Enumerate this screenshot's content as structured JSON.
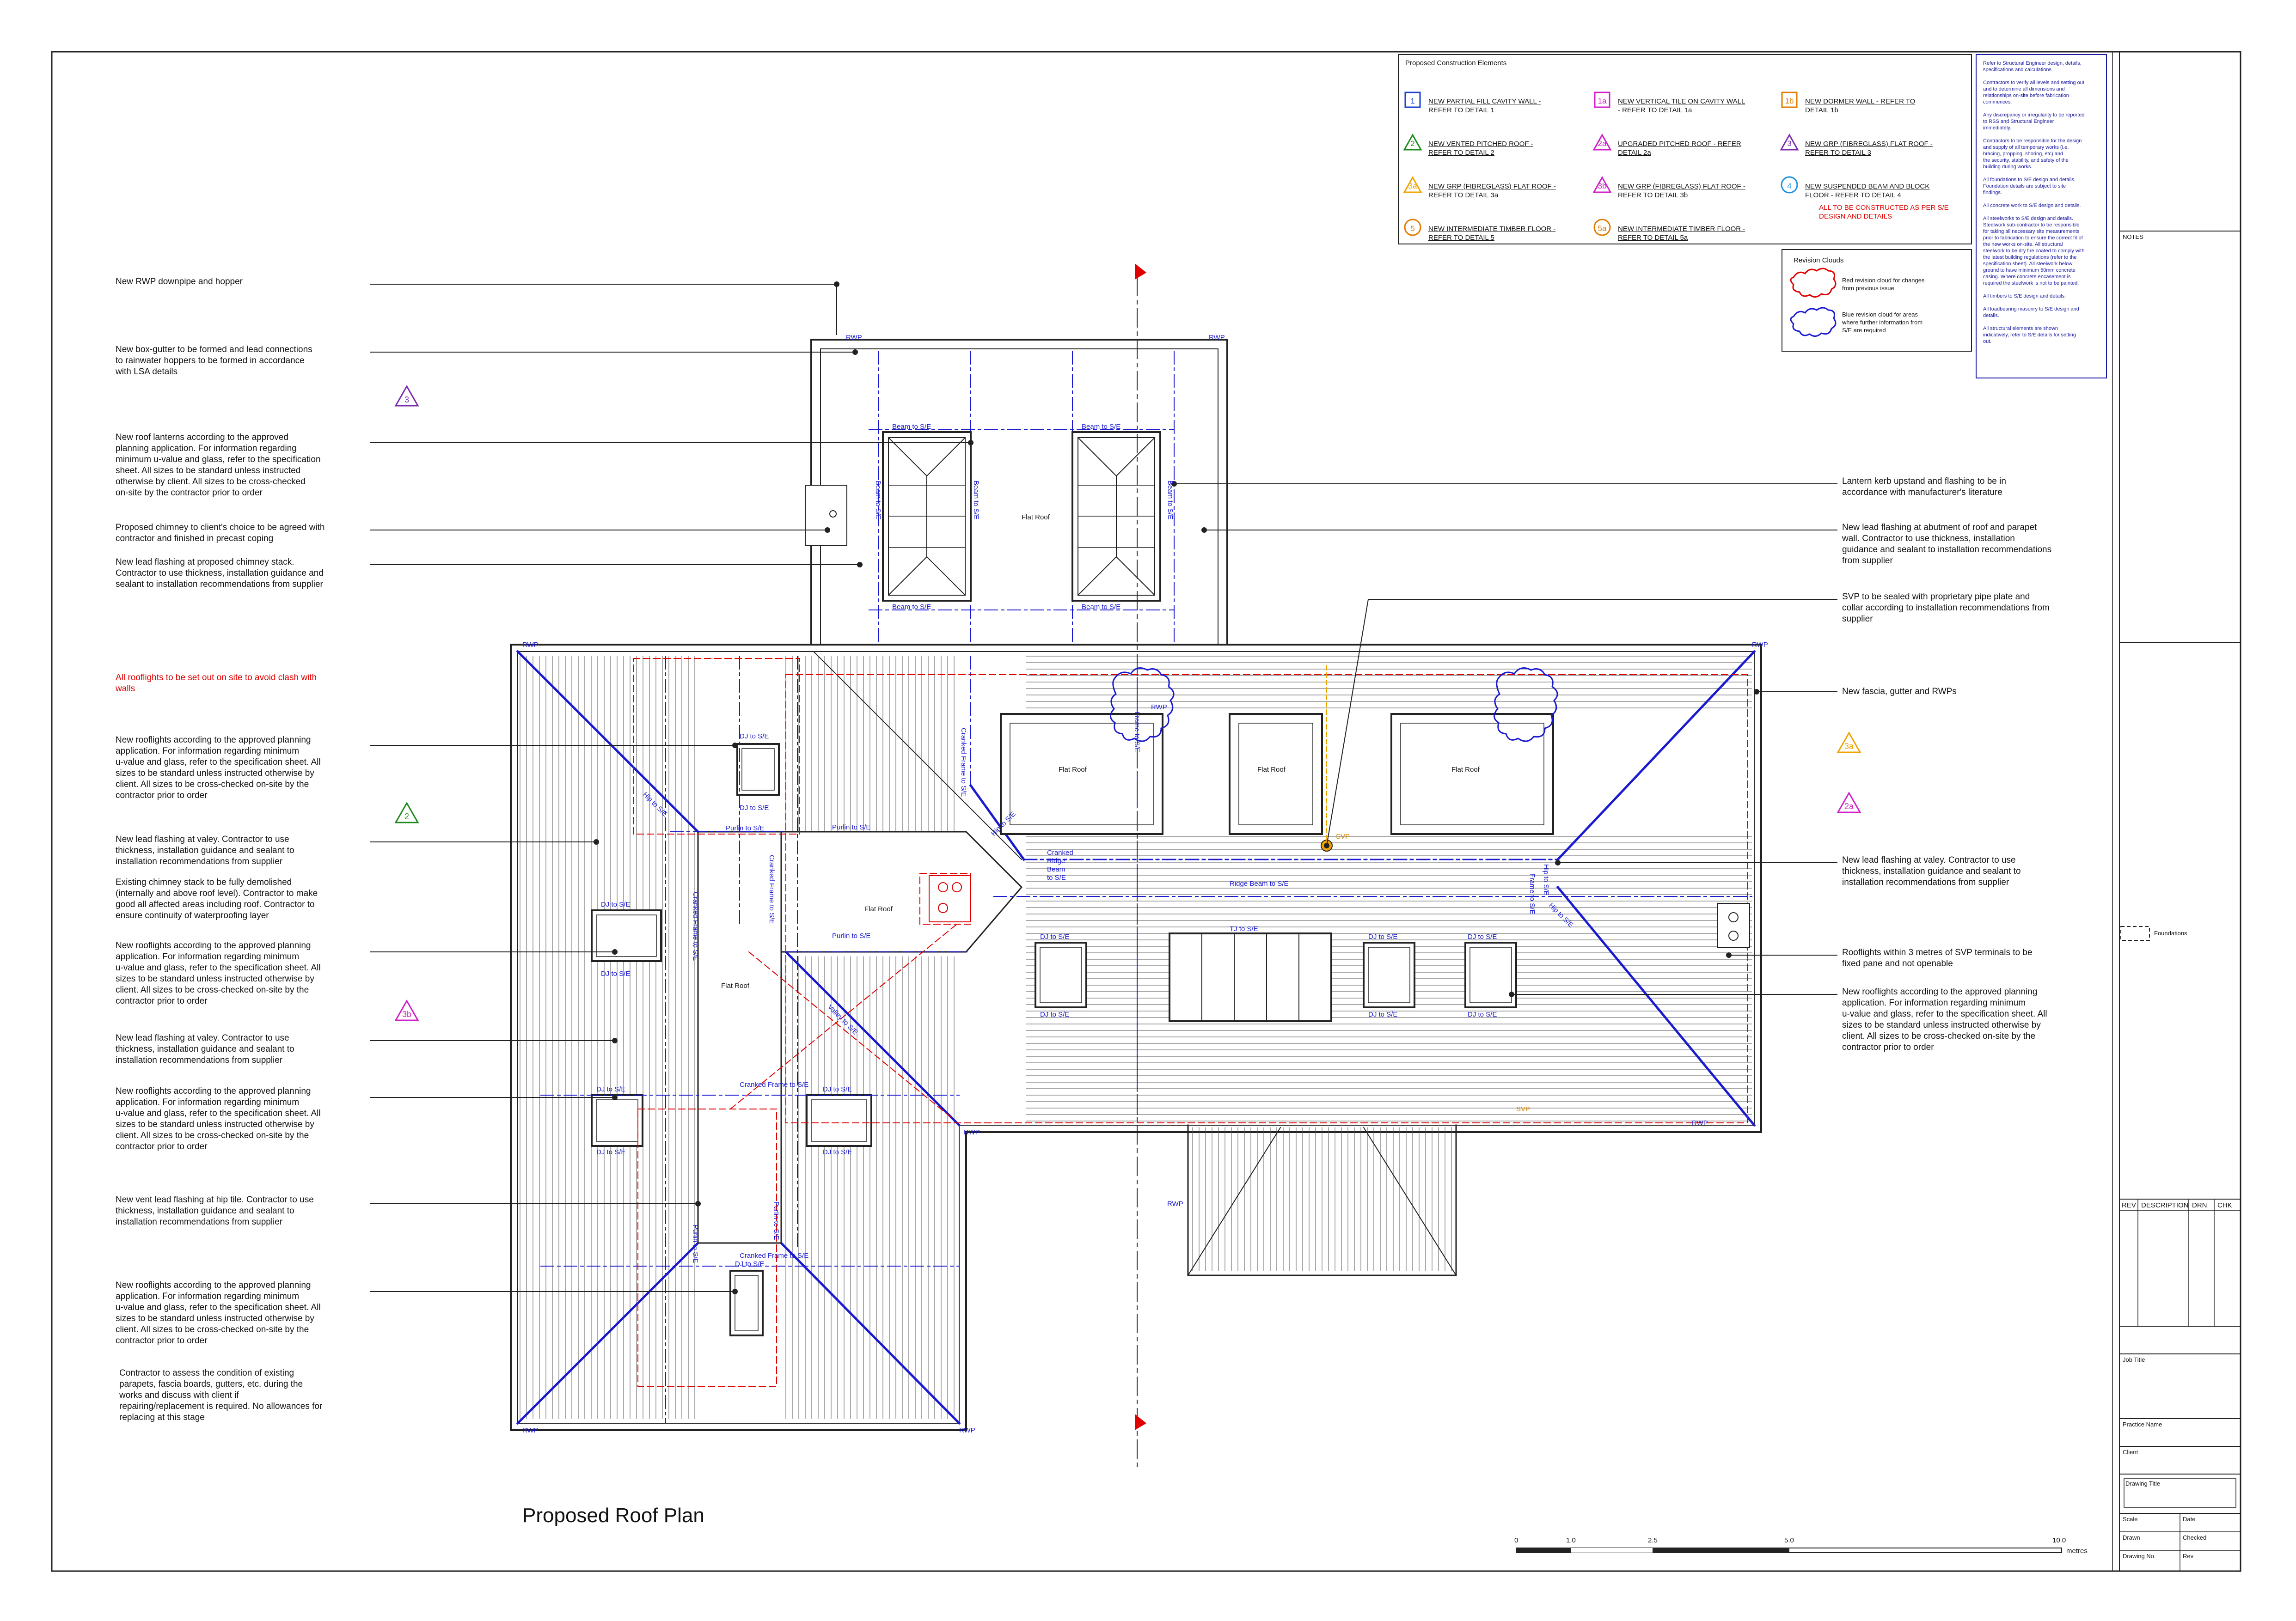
{
  "drawing_title": "Proposed Roof Plan",
  "notes_left": [
    "New RWP downpipe and hopper",
    "New box-gutter to be formed and lead connections\nto rainwater hoppers to be formed in accordance\nwith LSA details",
    "New roof lanterns according to the approved\nplanning application. For information regarding\nminimum u-value and glass, refer to the specification\nsheet. All sizes to be standard unless instructed\notherwise by client. All sizes to be cross-checked\non-site by the contractor prior to order",
    "Proposed chimney to client's choice to be agreed with\ncontractor and finished in precast coping",
    "New lead flashing at proposed chimney stack.\nContractor to use thickness, installation guidance and\nsealant to installation recommendations from supplier",
    "All rooflights to be set out on site to avoid clash with\nwalls",
    "New rooflights according to the approved planning\napplication. For information regarding minimum\nu-value and glass, refer to the specification sheet. All\nsizes to be standard unless instructed otherwise by\nclient. All sizes to be cross-checked on-site by the\ncontractor prior to order",
    "New lead flashing at valey. Contractor to use\nthickness, installation guidance and sealant to\ninstallation recommendations from supplier",
    "Existing chimney stack to be fully demolished\n(internally and above roof level). Contractor to make\ngood all affected areas including roof. Contractor to\nensure continuity of waterproofing layer",
    "New rooflights according to the approved planning\napplication. For information regarding minimum\nu-value and glass, refer to the specification sheet. All\nsizes to be standard unless instructed otherwise by\nclient. All sizes to be cross-checked on-site by the\ncontractor prior to order",
    "New lead flashing at valey. Contractor to use\nthickness, installation guidance and sealant to\ninstallation recommendations from supplier",
    "New rooflights according to the approved planning\napplication. For information regarding minimum\nu-value and glass, refer to the specification sheet. All\nsizes to be standard unless instructed otherwise by\nclient. All sizes to be cross-checked on-site by the\ncontractor prior to order",
    "New vent lead flashing at hip tile. Contractor to use\nthickness, installation guidance and sealant to\ninstallation recommendations from supplier",
    "New rooflights according to the approved planning\napplication. For information regarding minimum\nu-value and glass, refer to the specification sheet. All\nsizes to be standard unless instructed otherwise by\nclient. All sizes to be cross-checked on-site by the\ncontractor prior to order",
    "Contractor to assess the condition of existing\nparapets, fascia boards, gutters, etc. during the\nworks and discuss with client if\nrepairing/replacement is required. No allowances for\nreplacing at this stage"
  ],
  "notes_right": [
    "Lantern kerb upstand and flashing to be in\naccordance with manufacturer's literature",
    "New lead flashing at abutment of roof and parapet\nwall. Contractor to use thickness, installation\nguidance and sealant to installation recommendations\nfrom supplier",
    "SVP to be sealed with proprietary pipe plate and\ncollar according to installation recommendations from\nsupplier",
    "New fascia, gutter and RWPs",
    "New lead flashing at valey. Contractor to use\nthickness, installation guidance and sealant to\ninstallation recommendations from supplier",
    "Rooflights within 3 metres of SVP terminals to be\nfixed pane and not openable",
    "New rooflights according to the approved planning\napplication. For information regarding minimum\nu-value and glass, refer to the specification sheet. All\nsizes to be standard unless instructed otherwise by\nclient. All sizes to be cross-checked on-site by the\ncontractor prior to order"
  ],
  "legend": {
    "title": "Proposed Construction Elements",
    "items": [
      {
        "tag": "1",
        "text": "NEW PARTIAL FILL CAVITY WALL -\nREFER TO DETAIL 1",
        "color": "#1a3fd0",
        "shape": "square"
      },
      {
        "tag": "1a",
        "text": "NEW VERTICAL TILE ON CAVITY WALL\n- REFER TO DETAIL 1a",
        "color": "#d020c8",
        "shape": "square"
      },
      {
        "tag": "1b",
        "text": "NEW DORMER WALL - REFER TO\nDETAIL 1b",
        "color": "#e07b00",
        "shape": "square"
      },
      {
        "tag": "2",
        "text": "NEW VENTED PITCHED ROOF -\nREFER TO DETAIL 2",
        "color": "#1c8a1c",
        "shape": "triangle"
      },
      {
        "tag": "2a",
        "text": "UPGRADED PITCHED ROOF - REFER\nDETAIL 2a",
        "color": "#d020c8",
        "shape": "triangle"
      },
      {
        "tag": "3",
        "text": "NEW GRP (FIBREGLASS) FLAT ROOF -\nREFER TO DETAIL 3",
        "color": "#7a2bb0",
        "shape": "triangle"
      },
      {
        "tag": "3a",
        "text": "NEW GRP (FIBREGLASS) FLAT ROOF -\nREFER TO DETAIL 3a",
        "color": "#f0a400",
        "shape": "triangle"
      },
      {
        "tag": "3b",
        "text": "NEW GRP (FIBREGLASS) FLAT ROOF -\nREFER TO DETAIL 3b",
        "color": "#d020c8",
        "shape": "triangle"
      },
      {
        "tag": "4",
        "text": "NEW SUSPENDED BEAM AND BLOCK\nFLOOR - REFER TO DETAIL 4",
        "color": "#1a90e0",
        "shape": "circle"
      },
      {
        "tag": "5",
        "text": "NEW INTERMEDIATE TIMBER FLOOR -\nREFER TO DETAIL 5",
        "color": "#e07b00",
        "shape": "circle"
      },
      {
        "tag": "5a",
        "text": "NEW INTERMEDIATE TIMBER FLOOR -\nREFER TO DETAIL 5a",
        "color": "#e07b00",
        "shape": "circle"
      }
    ],
    "se_note": "ALL TO BE CONSTRUCTED AS PER S/E\nDESIGN AND DETAILS",
    "se_note_color": "#e00000"
  },
  "revision_clouds": {
    "title": "Revision Clouds",
    "red": "Red revision cloud for changes\nfrom previous issue",
    "blue": "Blue revision cloud for areas\nwhere further information from\nS/E are required"
  },
  "general_notes": "Refer to Structural Engineer design, details,\nspecifications and calculations.\n\nContractors to verify all levels and setting out\nand to determine all dimensions and\nrelationships on-site before fabrication\ncommences.\n\nAny discrepancy or irregularity to be reported\nto RSS and Structural Engineer\nimmediately.\n\nContractors to be responsible for the design\nand supply of all temporary works (i.e.\nbracing, propping, shoring, etc) and\nthe security, stability, and safety of the\nbuilding during works.\n\nAll foundations to S/E design and details.\nFoundation details are subject to site\nfindings.\n\nAll concrete work to S/E design and details.\n\nAll steelworks to S/E design and details.\nSteelwork sub-contractor to be responsible\nfor taking all necessary site measurements\nprior to fabrication to ensure the correct fit of\nthe new works on-site. All structural\nsteelwork to be dry fire coated to comply with\nthe latest building regulations (refer to the\nspecification sheet). All steelwork below\nground to have minimum 50mm concrete\ncasing. Where concrete encasement is\nrequired the steelwork is not to be painted.\n\nAll timbers to S/E design and details.\n\nAll loadbearing masonry to S/E design and\ndetails.\n\nAll structural elements are shown\nindicatively, refer to S/E details for setting\nout.",
  "title_block": {
    "notes_label": "NOTES",
    "foundations_label": "Foundations",
    "rev_headers": [
      "REV",
      "DESCRIPTION",
      "DRN",
      "CHK"
    ],
    "project_label": "Job Title",
    "address_label": "Practice Name",
    "client_label": "Client",
    "drawing_title_label": "Drawing Title",
    "scale_label": "Scale",
    "date_label": "Date",
    "drawn_label": "Drawn",
    "checked_label": "Checked",
    "drawing_no_label": "Drawing No.",
    "rev_label": "Rev"
  },
  "scale_bar": {
    "ticks": [
      "0",
      "1.0",
      "2.5",
      "5.0",
      "10.0"
    ],
    "unit": "metres"
  },
  "plan_labels": {
    "rwp": "RWP",
    "svp": "SVP",
    "flat_roof": "Flat Roof",
    "beam_se": "Beam to S/E",
    "dj_se": "DJ to S/E",
    "tj_se": "TJ to S/E",
    "purlin_se": "Purlin to S/E",
    "frame_se": "Frame to S/E",
    "cranked_frame_se": "Cranked Frame to S/E",
    "ridge_beam_se": "Ridge Beam to S/E",
    "hip_se": "Hip to S/E",
    "valley_se": "Valley to S/E",
    "cranked_ridge_beam": "Cranked\nRidge\nBeam\nto S/E"
  },
  "tags": [
    {
      "tag": "3",
      "color": "#7a2bb0"
    },
    {
      "tag": "2",
      "color": "#1c8a1c"
    },
    {
      "tag": "3b",
      "color": "#d020c8"
    },
    {
      "tag": "3a",
      "color": "#f0a400"
    },
    {
      "tag": "2a",
      "color": "#d020c8"
    }
  ]
}
